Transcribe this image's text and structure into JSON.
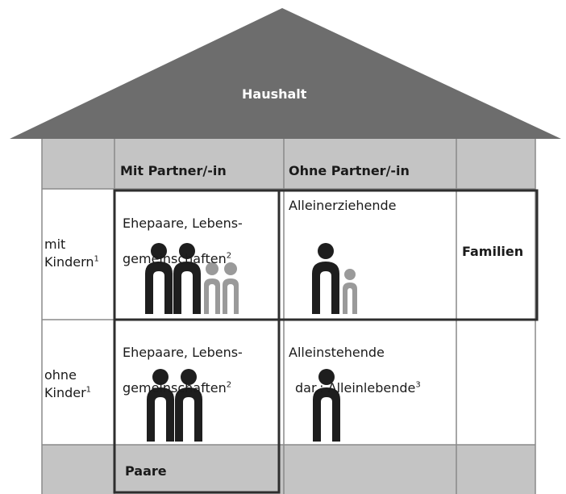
{
  "roof": {
    "title": "Haushalt"
  },
  "columns": {
    "with_partner": "Mit Partner/-in",
    "without_partner": "Ohne Partner/-in"
  },
  "rows": {
    "with_children": {
      "label": "mit\nKindern",
      "note": "1"
    },
    "without_children": {
      "label": "ohne\nKinder",
      "note": "1"
    }
  },
  "cells": {
    "couples_with_children": {
      "line1": "Ehepaare, Lebens-",
      "line2": "gemeinschaften",
      "note": "2"
    },
    "single_parents": {
      "text": "Alleinerziehende"
    },
    "couples_without_children": {
      "line1": "Ehepaare, Lebens-",
      "line2": "gemeinschaften",
      "note": "2"
    },
    "singles": {
      "line1": "Alleinstehende",
      "line2": "dar.: Alleinlebende",
      "note": "3"
    }
  },
  "groups": {
    "families": "Familien",
    "couples": "Paare"
  },
  "colors": {
    "roof": "#6d6d6d",
    "header_fill": "#c4c4c4",
    "grid_line": "#8a8a8a",
    "frame_line": "#2e2e2e",
    "person_dark": "#1e1e1e",
    "person_child": "#9a9a9a"
  }
}
